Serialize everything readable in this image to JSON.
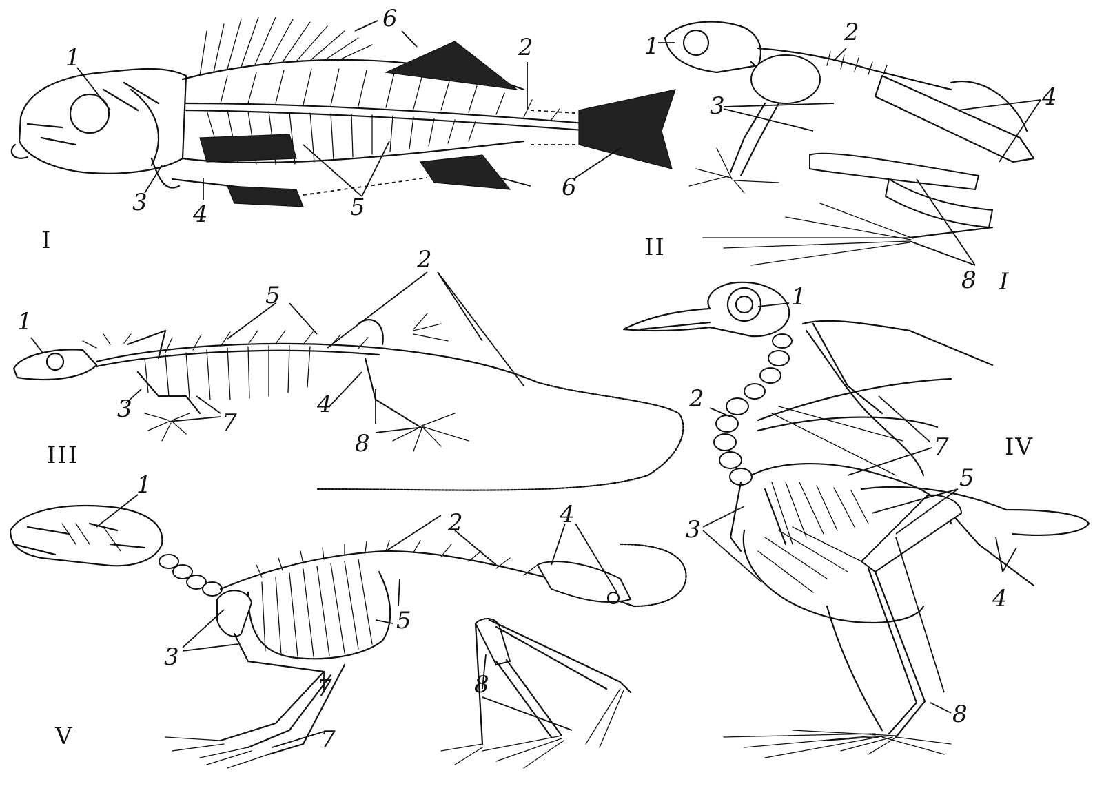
{
  "panels": {
    "fish": {
      "roman": "I",
      "labels": [
        "1",
        "2",
        "3",
        "4",
        "5",
        "6",
        "6"
      ]
    },
    "frog": {
      "roman": "II",
      "labels": [
        "1",
        "2",
        "3",
        "4",
        "8",
        "I"
      ]
    },
    "lizard": {
      "roman": "III",
      "labels": [
        "1",
        "2",
        "3",
        "4",
        "5",
        "7",
        "8"
      ]
    },
    "bird": {
      "roman": "IV",
      "labels": [
        "1",
        "2",
        "3",
        "4",
        "5",
        "7",
        "8"
      ]
    },
    "mammal": {
      "roman": "V",
      "labels": [
        "1",
        "2",
        "3",
        "4",
        "5",
        "7",
        "7",
        "8"
      ]
    }
  }
}
